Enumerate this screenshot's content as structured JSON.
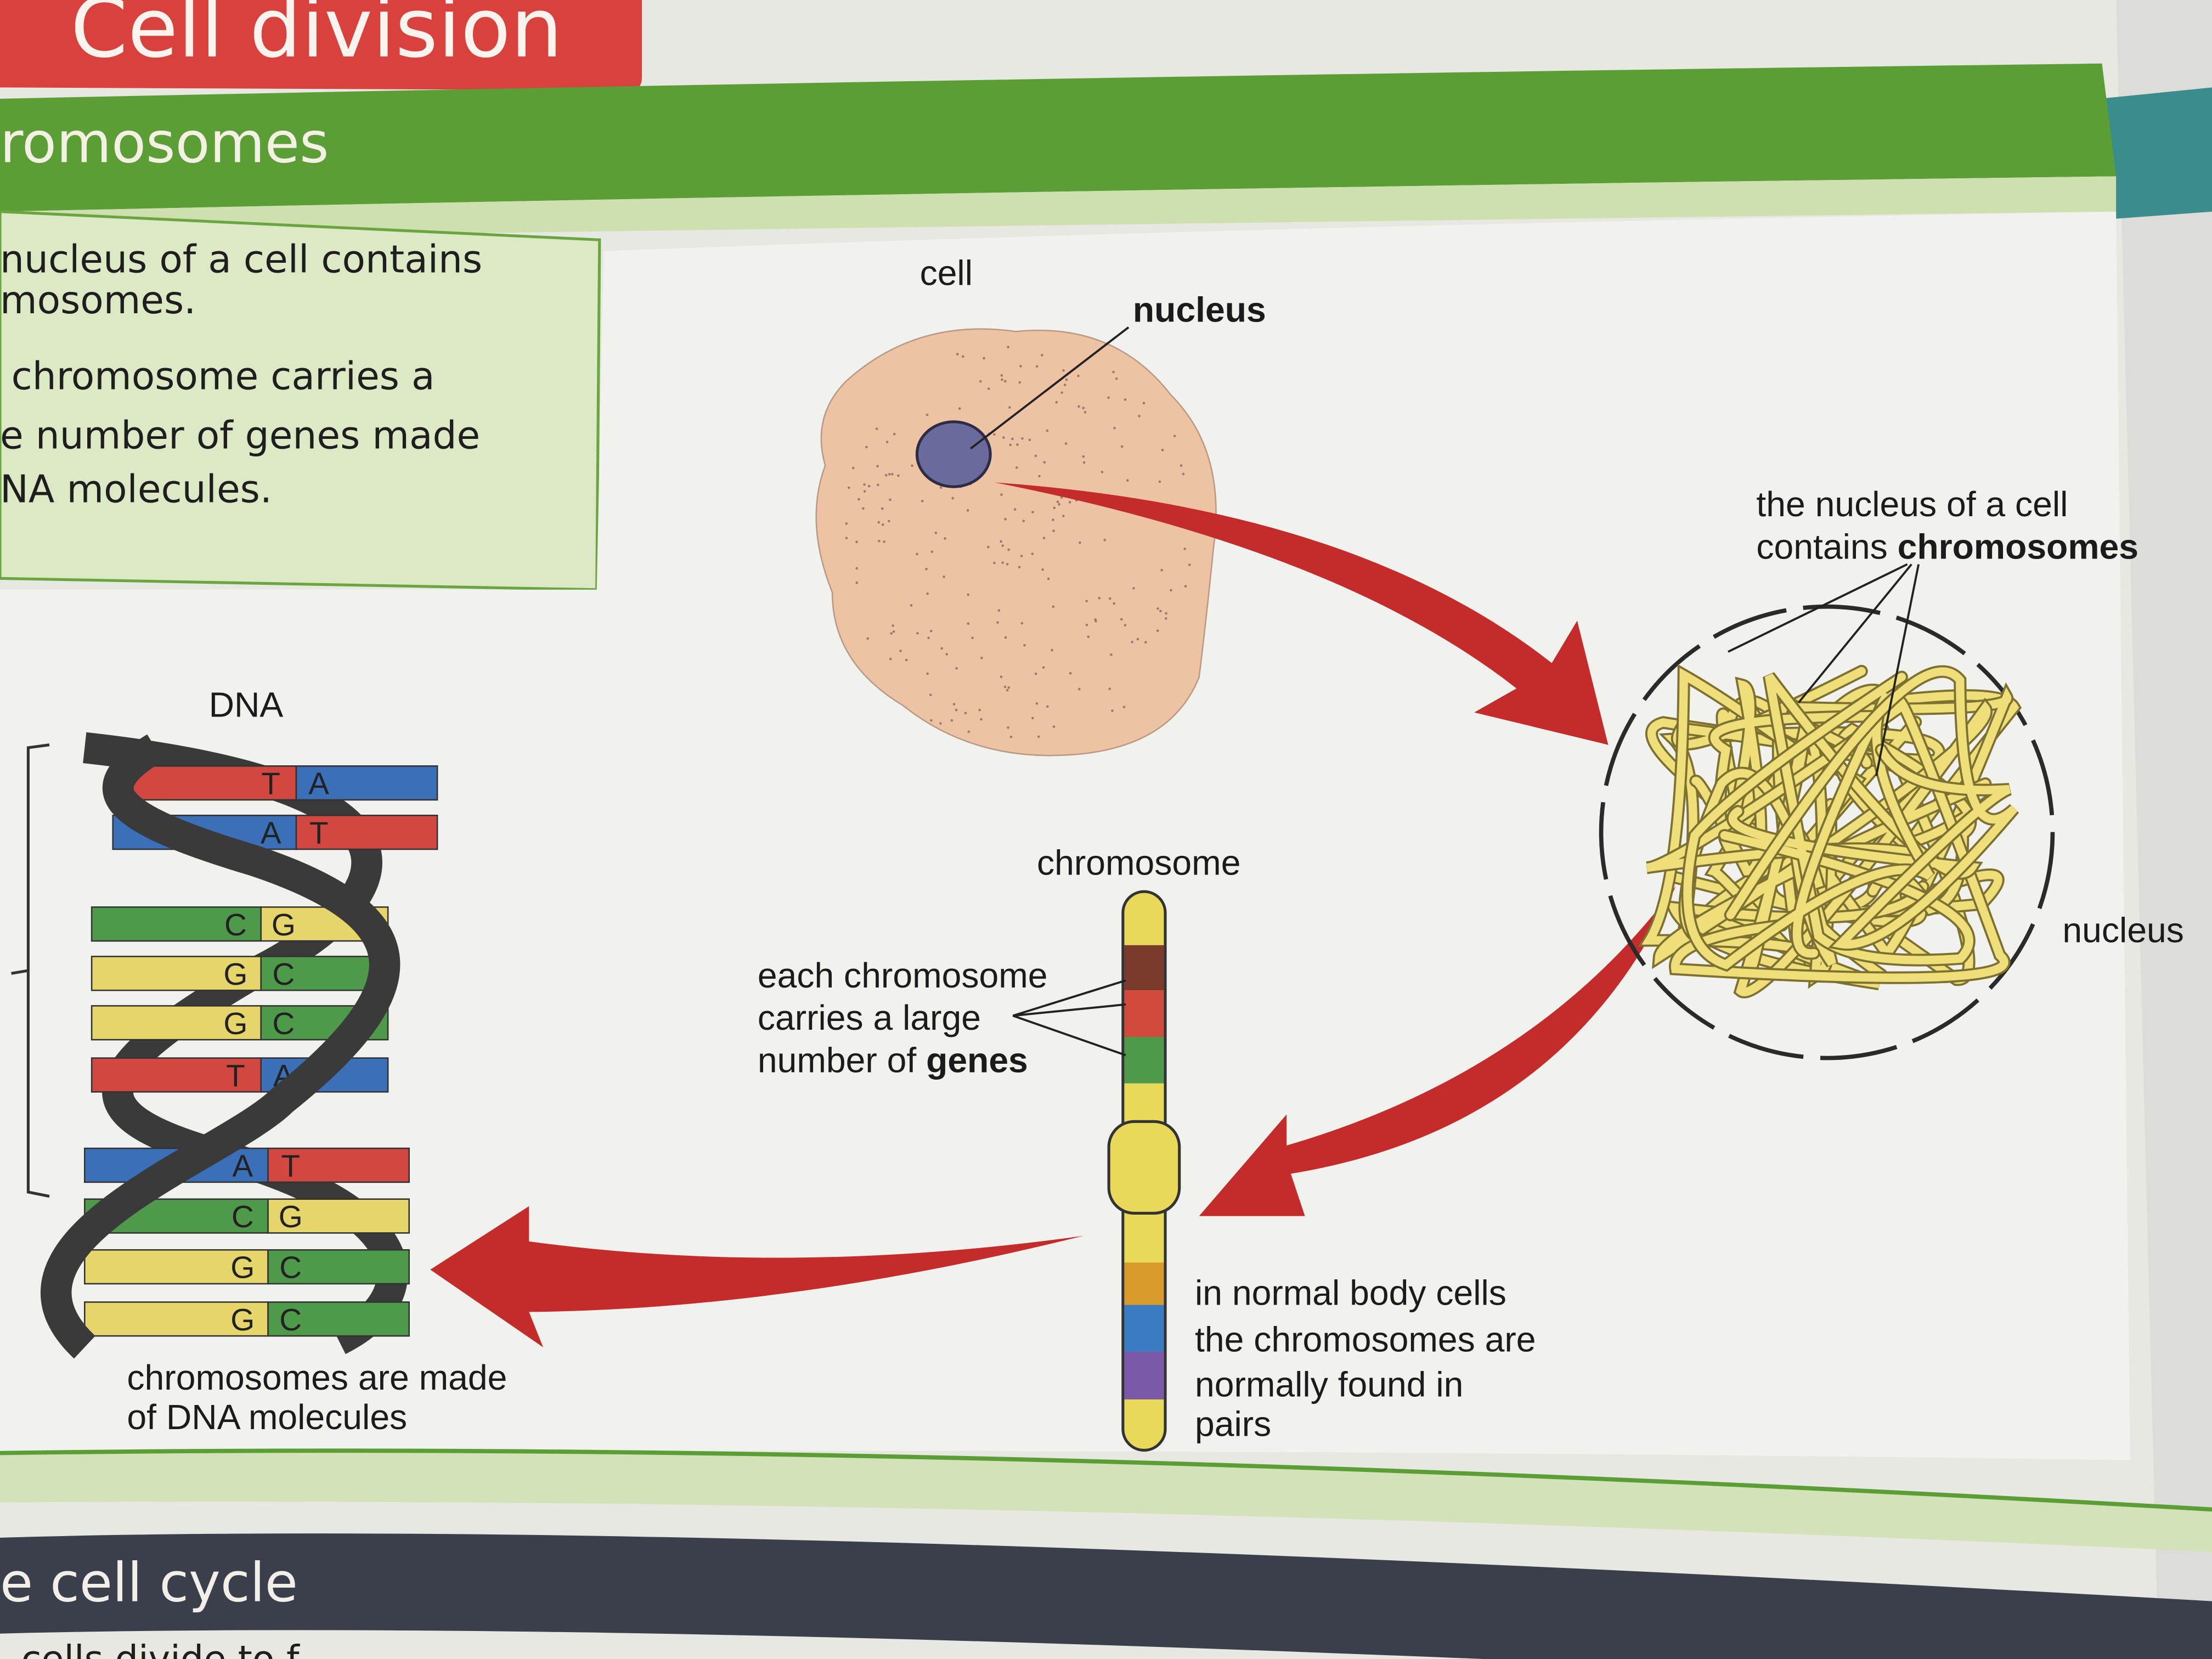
{
  "header": {
    "chapter_title": "Cell division",
    "section_title": "romosomes",
    "next_section_title": "e cell cycle",
    "next_section_text": "cells divide to f"
  },
  "summary_box": {
    "lines": [
      "nucleus of a cell contains",
      "mosomes.",
      "chromosome carries a",
      "e number of genes made",
      "NA molecules."
    ]
  },
  "diagram": {
    "cell_label": "cell",
    "nucleus_label": "nucleus",
    "nucleus_caption_line1": "the nucleus of a cell",
    "nucleus_caption_line2_prefix": "contains ",
    "nucleus_caption_line2_bold": "chromosomes",
    "nucleus_side_label": "nucleus",
    "chromosome_label": "chromosome",
    "genes_caption": [
      "each chromosome",
      "carries a large",
      "number of "
    ],
    "genes_caption_bold": "genes",
    "pairs_caption": [
      "in normal body cells",
      "the chromosomes are",
      "normally found in",
      "pairs"
    ],
    "dna_label": "DNA",
    "dna_caption": [
      "chromosomes are made",
      "of DNA molecules"
    ],
    "base_pairs": [
      [
        "T",
        "A"
      ],
      [
        "A",
        "T"
      ],
      [
        "C",
        "G"
      ],
      [
        "G",
        "C"
      ],
      [
        "G",
        "C"
      ],
      [
        "T",
        "A"
      ],
      [
        "A",
        "T"
      ],
      [
        "C",
        "G"
      ],
      [
        "G",
        "C"
      ],
      [
        "G",
        "C"
      ]
    ],
    "base_colors": {
      "A": "#3b6fb8",
      "T": "#d2473f",
      "C": "#4f9a4a",
      "G": "#e6d56a"
    },
    "chromosome_bands": [
      "#e8d95a",
      "#7a3a2c",
      "#d24a3c",
      "#4f9a4a",
      "#e8d95a",
      "#e8d95a",
      "#e8d95a",
      "#e8d95a",
      "#e8d95a",
      "#d89a2a",
      "#3a7cc4",
      "#7a5aa8",
      "#e8d95a"
    ]
  },
  "colors": {
    "banner_red": "#d9413d",
    "section_green": "#5a9e35",
    "summary_bg": "#dce9c4",
    "arrow_red": "#c42b2b",
    "dark_band": "#3b3f4b"
  }
}
